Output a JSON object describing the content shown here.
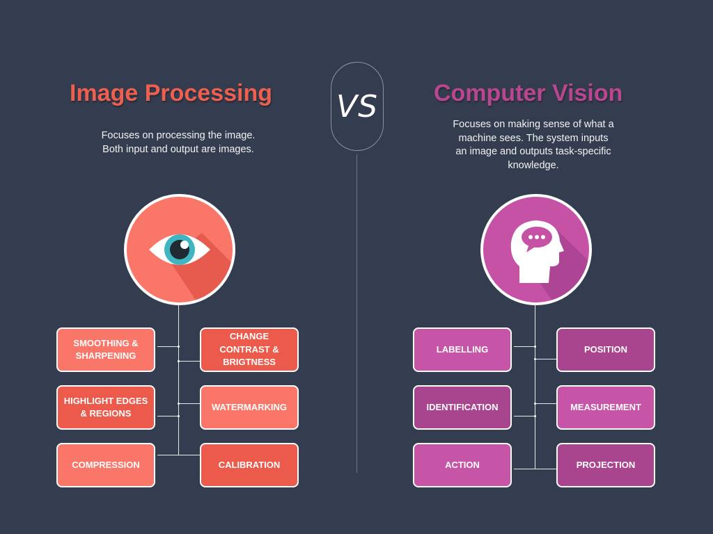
{
  "left": {
    "title": "Image Processing",
    "description_lines": [
      "Focuses on processing the image.",
      "Both input and output are images."
    ],
    "icon": "eye-icon",
    "colors": {
      "title": "#ee5f50",
      "circle": "#f97668",
      "box_light": "#f97668",
      "box_dark": "#eb5a4b"
    },
    "items": [
      {
        "label": "SMOOTHING & SHARPENING"
      },
      {
        "label": "CHANGE CONTRAST & BRIGTNESS"
      },
      {
        "label": "HIGHLIGHT EDGES & REGIONS"
      },
      {
        "label": "WATERMARKING"
      },
      {
        "label": "COMPRESSION"
      },
      {
        "label": "CALIBRATION"
      }
    ]
  },
  "center": {
    "vs_label": "VS"
  },
  "right": {
    "title": "Computer Vision",
    "description_lines": [
      "Focuses on making sense of what a",
      "machine sees. The system inputs",
      "an image and outputs task-specific",
      "knowledge."
    ],
    "icon": "head-thought-icon",
    "colors": {
      "title": "#b9468f",
      "circle": "#c552a5",
      "box_light": "#c655a7",
      "box_dark": "#a9458e"
    },
    "items": [
      {
        "label": "LABELLING"
      },
      {
        "label": "POSITION"
      },
      {
        "label": "IDENTIFICATION"
      },
      {
        "label": "MEASUREMENT"
      },
      {
        "label": "ACTION"
      },
      {
        "label": "PROJECTION"
      }
    ]
  },
  "background": "#343d4f"
}
